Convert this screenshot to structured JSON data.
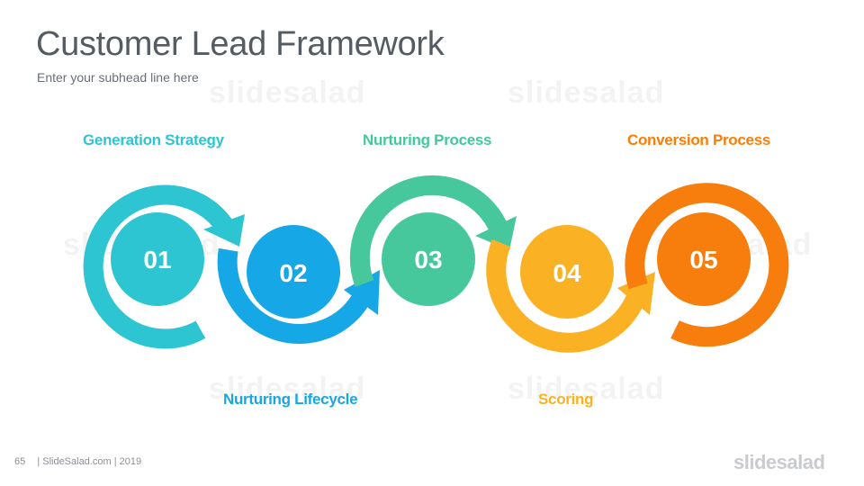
{
  "slide": {
    "title": "Customer Lead Framework",
    "subtitle": "Enter your subhead line here"
  },
  "steps": [
    {
      "number": "01",
      "label": "Generation Strategy",
      "color": "#2ec5d3"
    },
    {
      "number": "02",
      "label": "Nurturing Lifecycle",
      "color": "#16a7e6"
    },
    {
      "number": "03",
      "label": "Nurturing Process",
      "color": "#46c79c"
    },
    {
      "number": "04",
      "label": "Scoring",
      "color": "#fbb124"
    },
    {
      "number": "05",
      "label": "Conversion Process",
      "color": "#f77e0c"
    }
  ],
  "footer": {
    "page_number": "65",
    "text": "| SlideSalad.com | 2019"
  },
  "brand": "slidesalad",
  "watermark": "slidesalad"
}
